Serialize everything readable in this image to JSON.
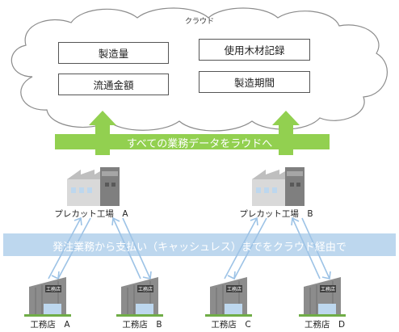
{
  "cloud": {
    "title": "クラウド",
    "boxes": {
      "production_volume": "製造量",
      "timber_usage_record": "使用木材記録",
      "distribution_amount": "流通金額",
      "production_period": "製造期間"
    }
  },
  "upper_banner": {
    "text": "すべての業務データをラウドへ"
  },
  "factories": {
    "a": "プレカット工場　A",
    "b": "プレカット工場　B"
  },
  "lower_banner": {
    "text": "発注業務から支払い（キャッシュレス）までをクラウド経由で"
  },
  "shops": {
    "sign_text": "工務店",
    "a": "工務店　A",
    "b": "工務店　B",
    "c": "工務店　C",
    "d": "工務店　D"
  },
  "colors": {
    "green_arrow": "#92d050",
    "blue_band": "#bdd7ee",
    "blue_arrow": "#9dc3e6",
    "cloud_outline": "#8c8c8c"
  }
}
